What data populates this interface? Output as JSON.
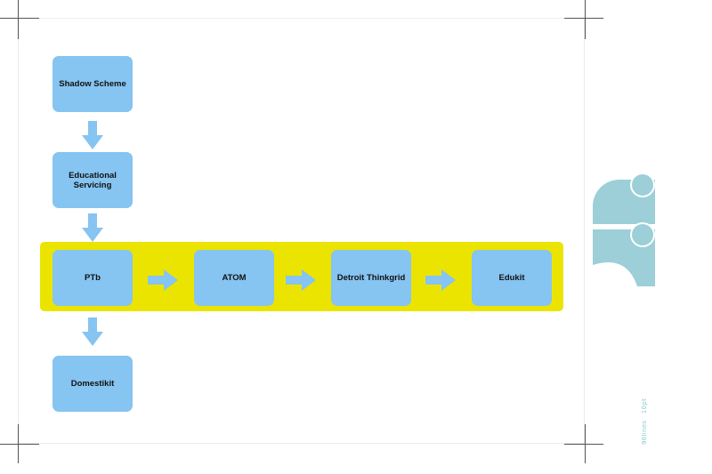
{
  "diagram": {
    "steps": {
      "shadow_scheme": "Shadow Scheme",
      "educational_servicing": "Educational Servicing",
      "ptb": "PTb",
      "atom": "ATOM",
      "detroit_thinkgrid": "Detroit Thinkgrid",
      "edukit": "Edukit",
      "domestikit": "Domestikit"
    },
    "colors": {
      "box": "#86c4f1",
      "arrow": "#86c4f1",
      "band": "#ebe400",
      "logo": "#9ccfd8"
    }
  },
  "margin_note": "96lines   10pt"
}
